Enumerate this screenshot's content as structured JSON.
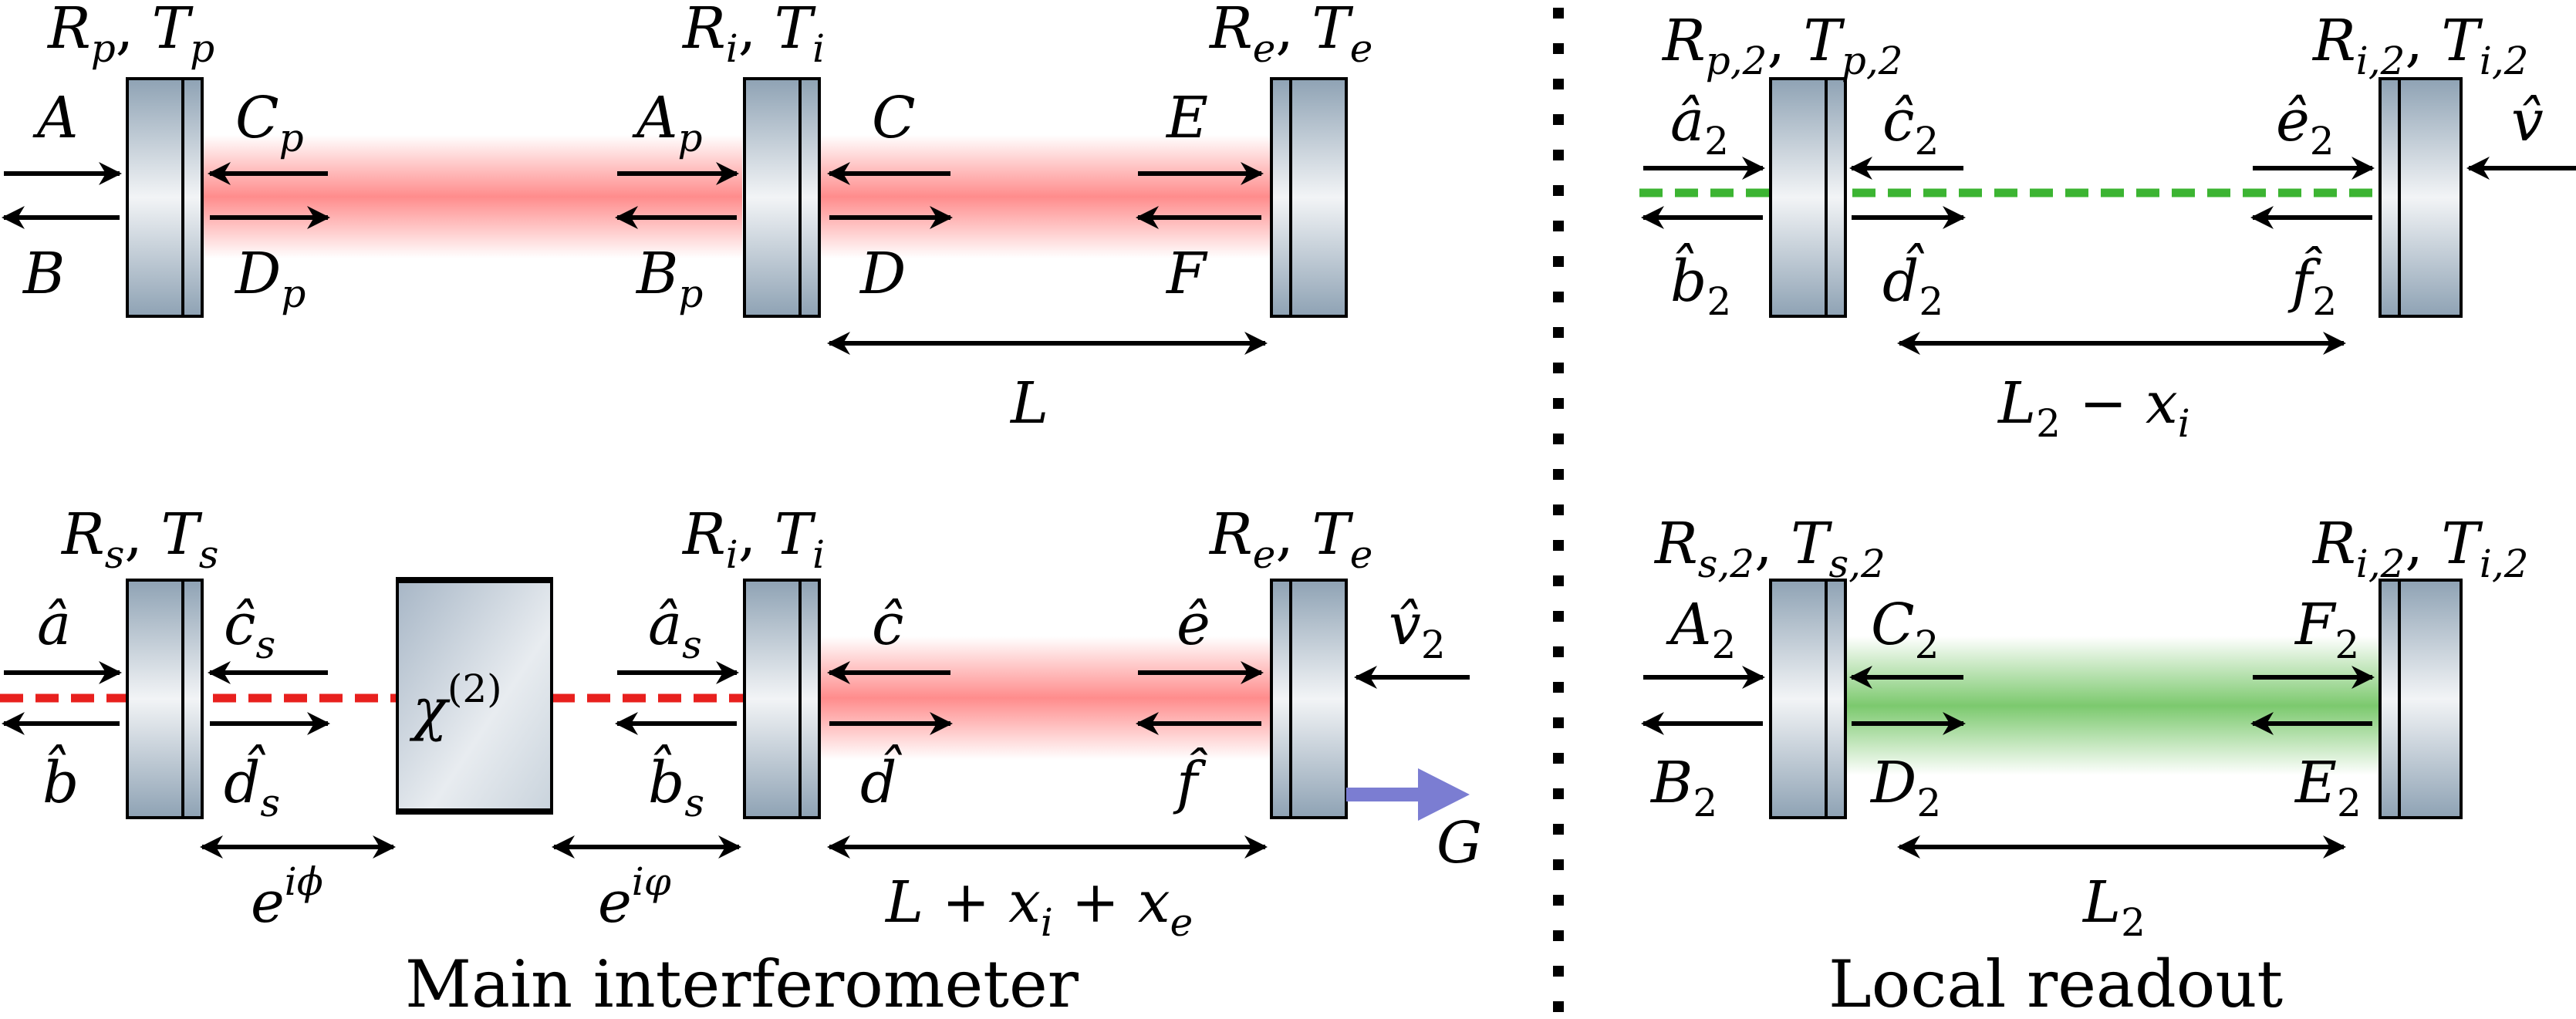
{
  "colors": {
    "red_beam": "#ff8c8c",
    "green_beam": "#7cc96e",
    "red_dash": "#e8201e",
    "green_dash": "#3cb432",
    "output_arrow": "#7b7dd2",
    "mirror_edge": "#8ea2b4",
    "mirror_center": "#f2f4f6"
  },
  "captions": {
    "main": "Main interferometer",
    "local": "Local readout"
  },
  "main_top": {
    "mirror_p": {
      "R": "R",
      "R_sub": "p",
      "T": "T",
      "T_sub": "p"
    },
    "mirror_i": {
      "R": "R",
      "R_sub": "i",
      "T": "T",
      "T_sub": "i"
    },
    "mirror_e": {
      "R": "R",
      "R_sub": "e",
      "T": "T",
      "T_sub": "e"
    },
    "fields": {
      "A": "A",
      "B": "B",
      "Cp": "C",
      "Cp_sub": "p",
      "Dp": "D",
      "Dp_sub": "p",
      "Ap": "A",
      "Ap_sub": "p",
      "Bp": "B",
      "Bp_sub": "p",
      "C": "C",
      "D": "D",
      "E": "E",
      "F": "F"
    },
    "length": "L"
  },
  "main_bottom": {
    "mirror_s": {
      "R": "R",
      "R_sub": "s",
      "T": "T",
      "T_sub": "s"
    },
    "mirror_i": {
      "R": "R",
      "R_sub": "i",
      "T": "T",
      "T_sub": "i"
    },
    "mirror_e": {
      "R": "R",
      "R_sub": "e",
      "T": "T",
      "T_sub": "e"
    },
    "crystal": {
      "chi": "χ",
      "order": "(2)"
    },
    "fields": {
      "a": "â",
      "b": "b̂",
      "cs": "ĉ",
      "cs_sub": "s",
      "ds": "d̂",
      "ds_sub": "s",
      "as": "â",
      "as_sub": "s",
      "bs": "b̂",
      "bs_sub": "s",
      "c": "ĉ",
      "d": "d̂",
      "e": "ê",
      "f": "f̂",
      "v2": "v̂",
      "v2_sub": "2",
      "G": "G"
    },
    "phase1": {
      "base": "e",
      "exp": "iϕ"
    },
    "phase2": {
      "base": "e",
      "exp": "iφ"
    },
    "length": {
      "L": "L",
      "plus1": "+",
      "x": "x",
      "xi_sub": "i",
      "plus2": "+",
      "xe_sub": "e"
    }
  },
  "local_top": {
    "mirror_p2": {
      "R": "R",
      "R_sub": "p,2",
      "T": "T",
      "T_sub": "p,2"
    },
    "mirror_i2": {
      "R": "R",
      "R_sub": "i,2",
      "T": "T",
      "T_sub": "i,2"
    },
    "fields": {
      "a2": "â",
      "a2_sub": "2",
      "b2": "b̂",
      "b2_sub": "2",
      "c2": "ĉ",
      "c2_sub": "2",
      "d2": "d̂",
      "d2_sub": "2",
      "e2": "ê",
      "e2_sub": "2",
      "f2": "f̂",
      "f2_sub": "2",
      "v": "v̂"
    },
    "length": {
      "L": "L",
      "L_sub": "2",
      "minus": "−",
      "x": "x",
      "x_sub": "i"
    }
  },
  "local_bottom": {
    "mirror_s2": {
      "R": "R",
      "R_sub": "s,2",
      "T": "T",
      "T_sub": "s,2"
    },
    "mirror_i2": {
      "R": "R",
      "R_sub": "i,2",
      "T": "T",
      "T_sub": "i,2"
    },
    "fields": {
      "A2": "A",
      "A2_sub": "2",
      "B2": "B",
      "B2_sub": "2",
      "C2": "C",
      "C2_sub": "2",
      "D2": "D",
      "D2_sub": "2",
      "E2": "E",
      "E2_sub": "2",
      "F2": "F",
      "F2_sub": "2"
    },
    "length": {
      "L": "L",
      "L_sub": "2"
    }
  }
}
